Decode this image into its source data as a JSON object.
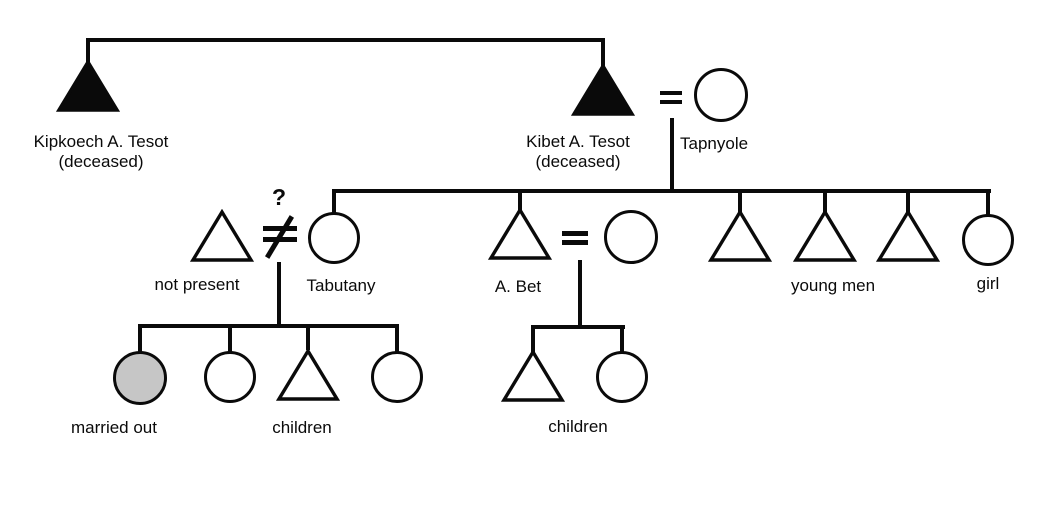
{
  "meta": {
    "type": "kinship-genealogy-diagram"
  },
  "colors": {
    "line": "#0a0a0a",
    "deceased_male_fill": "#000000",
    "married_out_fill": "#c6c6c6",
    "background": "#ffffff"
  },
  "symbols": {
    "male": "triangle",
    "female": "circle",
    "marriage": "=",
    "crossed_union": "≠",
    "uncertainty": "?"
  },
  "people": {
    "kipkoech": {
      "name": "Kipkoech A. Tesot",
      "status": "(deceased)"
    },
    "kibet": {
      "name": "Kibet A. Tesot",
      "status": "(deceased)"
    },
    "tapnyole": {
      "name": "Tapnyole"
    },
    "not_present": {
      "label": "not present"
    },
    "tabutany": {
      "name": "Tabutany"
    },
    "a_bet": {
      "name": "A. Bet"
    },
    "young_men": {
      "label": "young men",
      "count": 3
    },
    "girl": {
      "label": "girl"
    },
    "married_out": {
      "label": "married out"
    },
    "tabutany_children": {
      "label": "children"
    },
    "a_bet_children": {
      "label": "children"
    }
  },
  "annotations": {
    "question_mark": "?"
  }
}
